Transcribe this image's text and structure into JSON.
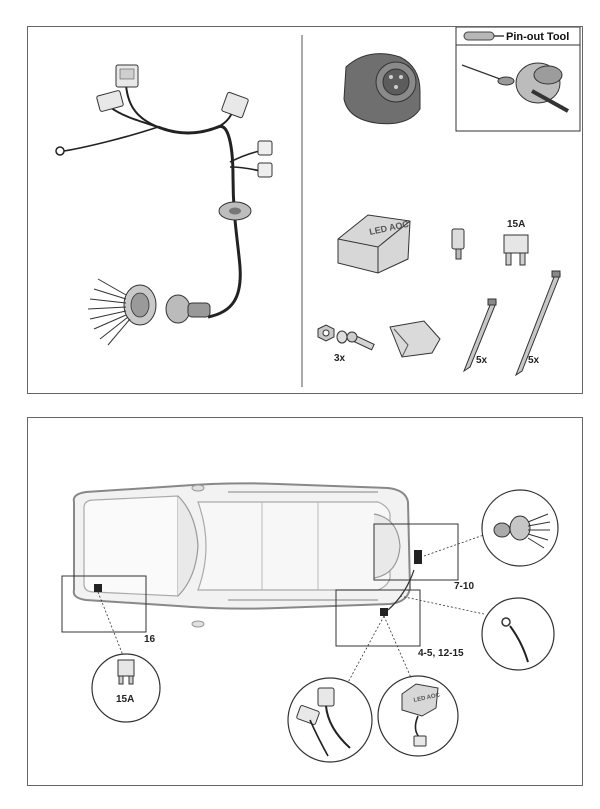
{
  "top_panel": {
    "pinout_title": "Pin-out Tool",
    "fuse_label": "15A",
    "bolts_qty": "3x",
    "tie_short_qty": "5x",
    "tie_long_qty": "5x",
    "led_module_text": "LED AOC"
  },
  "bottom_panel": {
    "callout_rear": "7-10",
    "callout_front": "16",
    "callout_cable": "4-5, 12-15",
    "fuse_detail_label": "15A",
    "module_detail_text": "LED AOC"
  }
}
